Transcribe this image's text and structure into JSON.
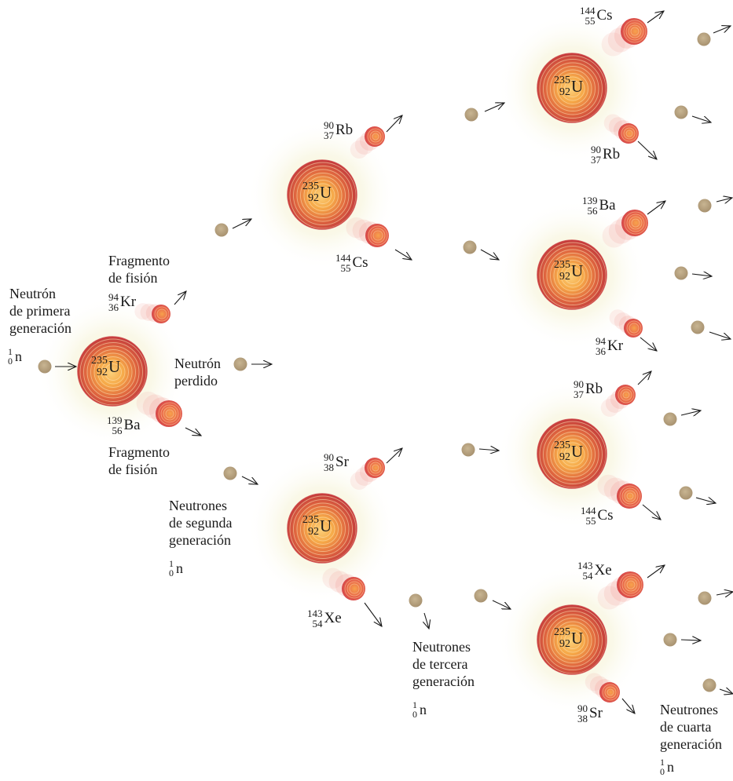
{
  "uranium": {
    "mass": "235",
    "number": "92",
    "symbol": "U"
  },
  "neutron_symbol": {
    "mass": "1",
    "number": "0",
    "symbol": "n"
  },
  "labels": {
    "first_gen": [
      "Neutrón",
      "de primera",
      "generación"
    ],
    "fragment_top": [
      "Fragmento",
      "de fisión"
    ],
    "fragment_bottom": [
      "Fragmento",
      "de fisión"
    ],
    "lost": [
      "Neutrón",
      "perdido"
    ],
    "second_gen": [
      "Neutrones",
      "de segunda",
      "generación"
    ],
    "third_gen": [
      "Neutrones",
      "de tercera",
      "generación"
    ],
    "fourth_gen": [
      "Neutrones",
      "de cuarta",
      "generación"
    ]
  },
  "isotopes": {
    "kr_first": {
      "mass": "94",
      "number": "36",
      "symbol": "Kr"
    },
    "ba_first": {
      "mass": "139",
      "number": "56",
      "symbol": "Ba"
    },
    "rb_2a": {
      "mass": "90",
      "number": "37",
      "symbol": "Rb"
    },
    "cs_2a": {
      "mass": "144",
      "number": "55",
      "symbol": "Cs"
    },
    "sr_2b": {
      "mass": "90",
      "number": "38",
      "symbol": "Sr"
    },
    "xe_2b": {
      "mass": "143",
      "number": "54",
      "symbol": "Xe"
    },
    "cs_3a": {
      "mass": "144",
      "number": "55",
      "symbol": "Cs"
    },
    "rb_3a": {
      "mass": "90",
      "number": "37",
      "symbol": "Rb"
    },
    "ba_3b": {
      "mass": "139",
      "number": "56",
      "symbol": "Ba"
    },
    "kr_3b": {
      "mass": "94",
      "number": "36",
      "symbol": "Kr"
    },
    "rb_3c": {
      "mass": "90",
      "number": "37",
      "symbol": "Rb"
    },
    "cs_3c": {
      "mass": "144",
      "number": "55",
      "symbol": "Cs"
    },
    "xe_3d": {
      "mass": "143",
      "number": "54",
      "symbol": "Xe"
    },
    "sr_3d": {
      "mass": "90",
      "number": "38",
      "symbol": "Sr"
    }
  },
  "colors": {
    "neutron": "#b7a27f",
    "nucleus_core": "#f7b24a",
    "nucleus_rim": "#c9383b",
    "glow": "#f3efc2",
    "arrow": "#1a1a1a"
  }
}
